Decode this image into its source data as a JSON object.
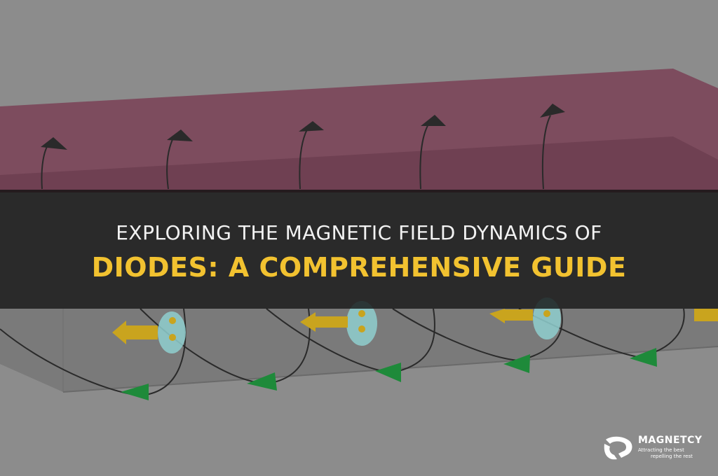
{
  "title": {
    "line1": "EXPLORING THE MAGNETIC FIELD DYNAMICS OF",
    "line2": "DIODES: A COMPREHENSIVE GUIDE"
  },
  "brand": {
    "name": "MAGNETCY",
    "tagline_line1": "Attracting the best",
    "tagline_line2": "repelling the rest"
  },
  "colors": {
    "title_line1": "#f2f2f2",
    "title_line2": "#f2c230",
    "plate": "#7a4a5c",
    "arrow_green": "#1e8a3a",
    "arrow_yellow": "#c9a41e",
    "ellipse_cyan": "#8fd0d0"
  }
}
